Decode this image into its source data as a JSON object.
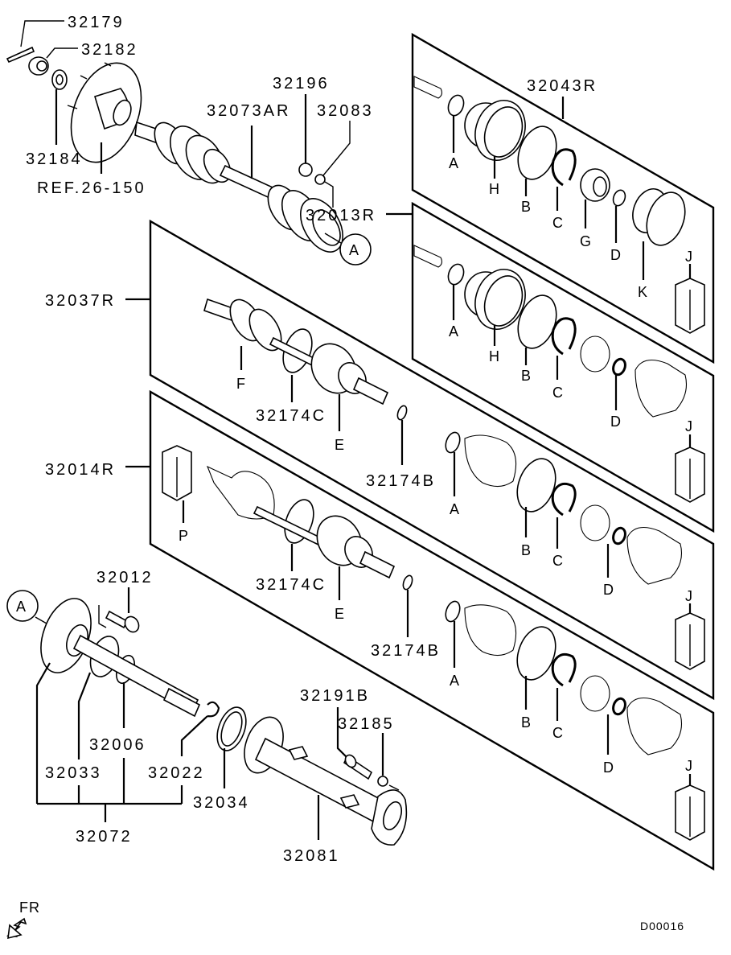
{
  "diagram": {
    "title": "Rear drive shaft assembly exploded view",
    "figure_code": "D00016",
    "direction_label": "FR",
    "reference_label": "REF.26-150",
    "callout_symbol": "A",
    "colors": {
      "ink": "#000000",
      "background": "#ffffff"
    }
  },
  "top_parts": {
    "p32179": "32179",
    "p32182": "32182",
    "p32184": "32184",
    "p32196": "32196",
    "p32073AR": "32073AR",
    "p32083": "32083"
  },
  "kits": [
    {
      "part_number": "32043R",
      "letters": [
        "A",
        "H",
        "B",
        "C",
        "G",
        "D",
        "K",
        "J"
      ]
    },
    {
      "part_number": "32013R",
      "letters": [
        "A",
        "H",
        "B",
        "C",
        "D",
        "J"
      ]
    },
    {
      "part_number": "32037R",
      "letters": [
        "F",
        "32174C",
        "E",
        "32174B",
        "A",
        "B",
        "C",
        "D",
        "J"
      ]
    },
    {
      "part_number": "32014R",
      "letters": [
        "P",
        "32174C",
        "E",
        "32174B",
        "A",
        "B",
        "C",
        "D",
        "J"
      ]
    }
  ],
  "bottom_parts": {
    "p32012": "32012",
    "p32006": "32006",
    "p32033": "32033",
    "p32022": "32022",
    "p32072": "32072",
    "p32034": "32034",
    "p32191B": "32191B",
    "p32185": "32185",
    "p32081": "32081"
  },
  "letters": {
    "A": "A",
    "B": "B",
    "C": "C",
    "D": "D",
    "E": "E",
    "F": "F",
    "G": "G",
    "H": "H",
    "J": "J",
    "K": "K",
    "P": "P"
  },
  "clamp_labels": {
    "c": "32174C",
    "b": "32174B"
  }
}
